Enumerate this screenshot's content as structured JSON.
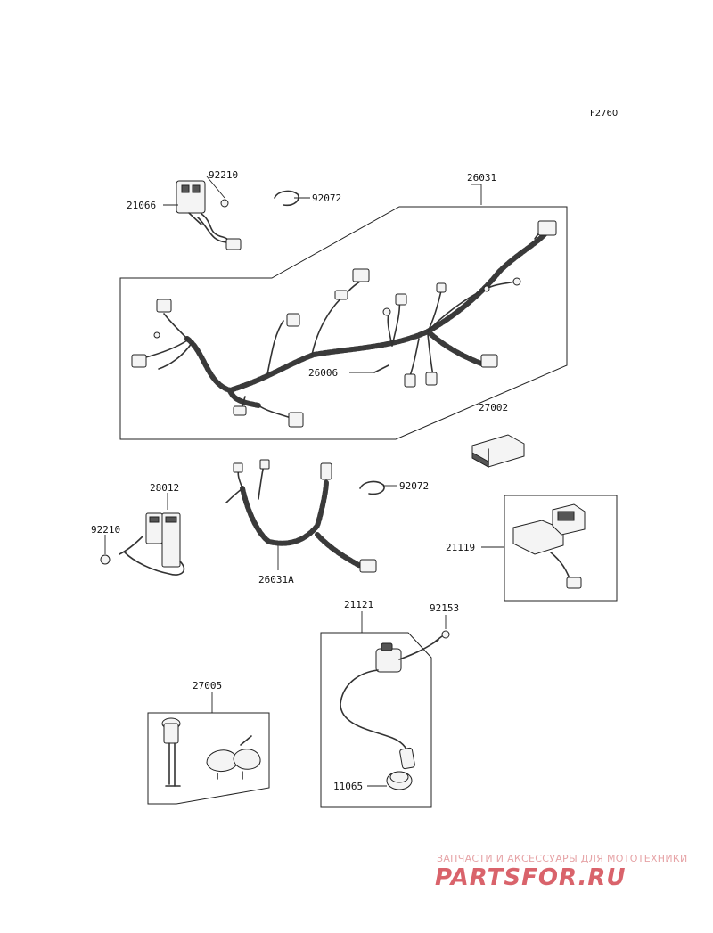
{
  "figure_code": "F2760",
  "callouts": {
    "p21066": "21066",
    "p92210_top": "92210",
    "p92072_top": "92072",
    "p26031": "26031",
    "p26006": "26006",
    "p27002": "27002",
    "p28012": "28012",
    "p92210_left": "92210",
    "p92072_mid": "92072",
    "p26031A": "26031A",
    "p21119": "21119",
    "p21121": "21121",
    "p92153": "92153",
    "p27005": "27005",
    "p11065": "11065"
  },
  "watermark": {
    "tagline": "ЗАПЧАСТИ И АКСЕССУАРЫ ДЛЯ МОТОТЕХНИКИ",
    "brand": "PARTSFOR.RU"
  }
}
